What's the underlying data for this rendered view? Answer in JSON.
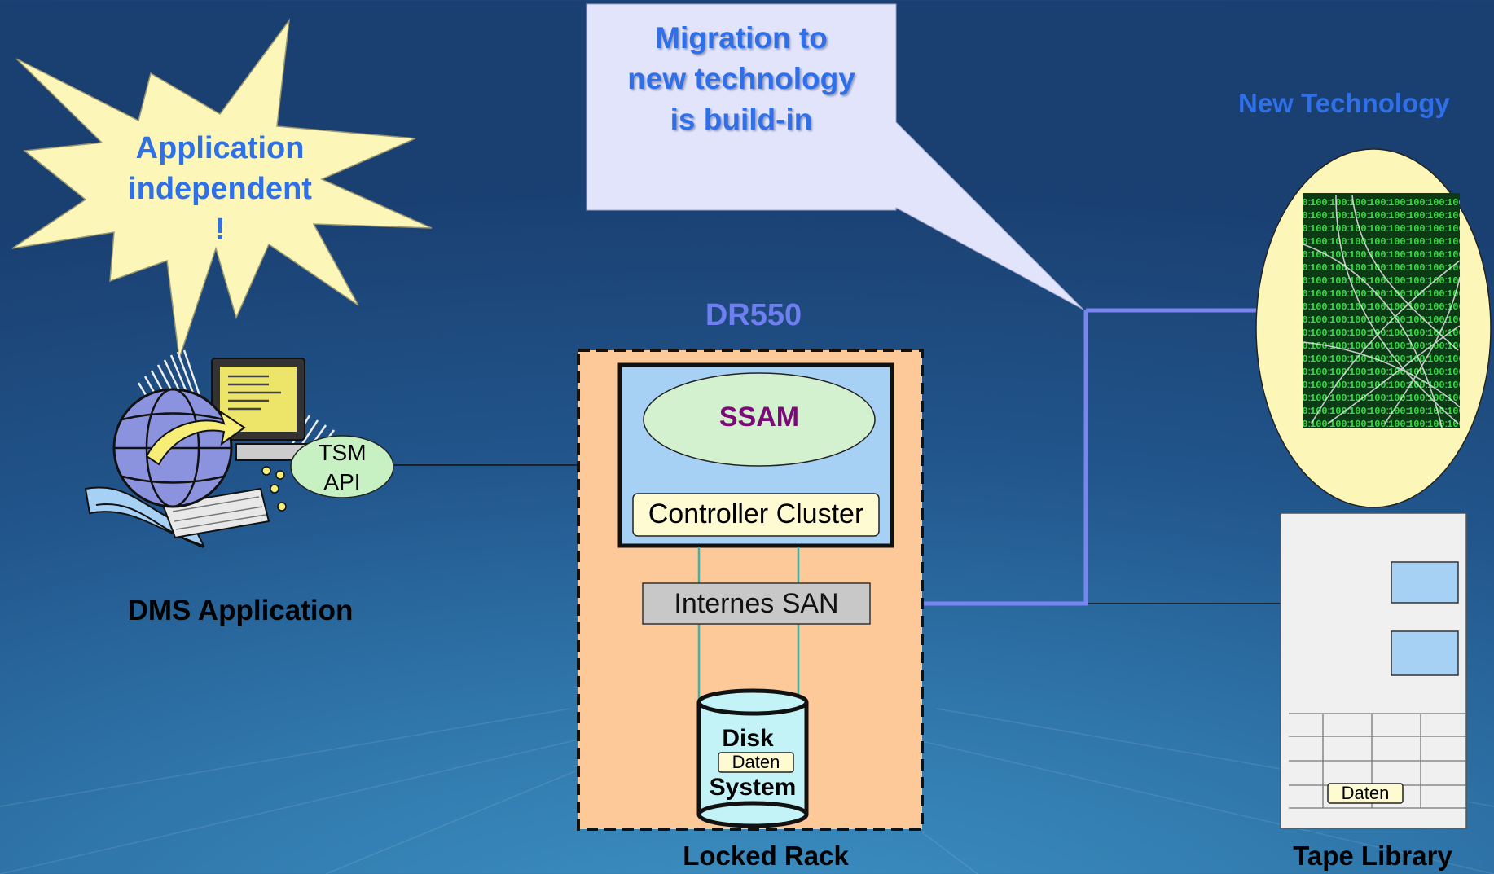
{
  "starburst": {
    "line1": "Application",
    "line2": "independent",
    "line3": "!"
  },
  "callout": {
    "line1": "Migration to",
    "line2": "new technology",
    "line3": "is build-in"
  },
  "new_technology": {
    "label": "New Technology"
  },
  "dr550": {
    "title": "DR550",
    "ssam": "SSAM",
    "controller": "Controller Cluster",
    "san": "Internes SAN",
    "disk_line1": "Disk",
    "disk_data": "Daten",
    "disk_line2": "System",
    "rack_label": "Locked Rack"
  },
  "dms": {
    "tsm_line1": "TSM",
    "tsm_line2": "API",
    "label": "DMS Application"
  },
  "tape": {
    "data": "Daten",
    "label": "Tape Library"
  },
  "colors": {
    "accent_blue": "#2f6fe8",
    "line_blue": "#7b85f0",
    "rack_fill": "#fec998",
    "ssam_text": "#7a0a78"
  }
}
